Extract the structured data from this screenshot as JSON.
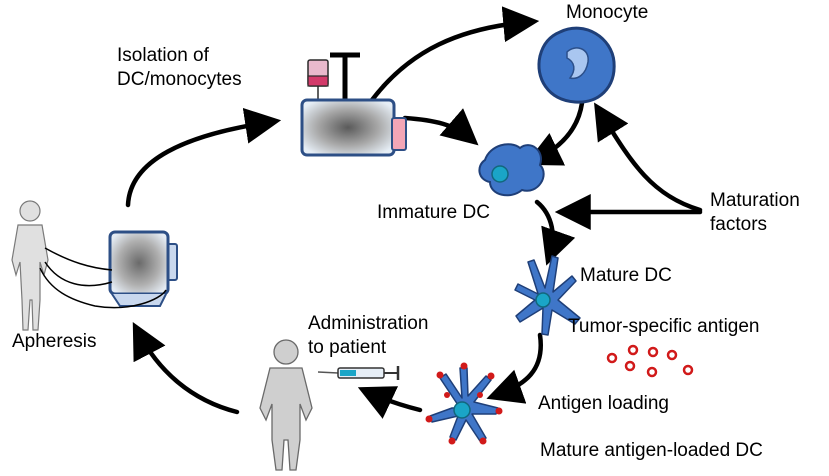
{
  "labels": {
    "isolation": [
      "Isolation of",
      "DC/monocytes"
    ],
    "monocyte": "Monocyte",
    "immature_dc": "Immature DC",
    "maturation_factors": [
      "Maturation",
      "factors"
    ],
    "mature_dc": "Mature DC",
    "tumor_antigen": "Tumor-specific antigen",
    "antigen_loading": "Antigen loading",
    "mature_loaded_dc": "Mature antigen-loaded DC",
    "administration": [
      "Administration",
      "to patient"
    ],
    "apheresis": "Apheresis"
  },
  "colors": {
    "cell_fill": "#3f76c8",
    "cell_light": "#a9c6f0",
    "nucleus": "#1aa5c7",
    "machine_blue": "#4b79b8",
    "machine_gray": "#8a8a8a",
    "antigen_red": "#d11a1a",
    "human_gray": "#c9c9c9",
    "arrow": "#000000"
  }
}
